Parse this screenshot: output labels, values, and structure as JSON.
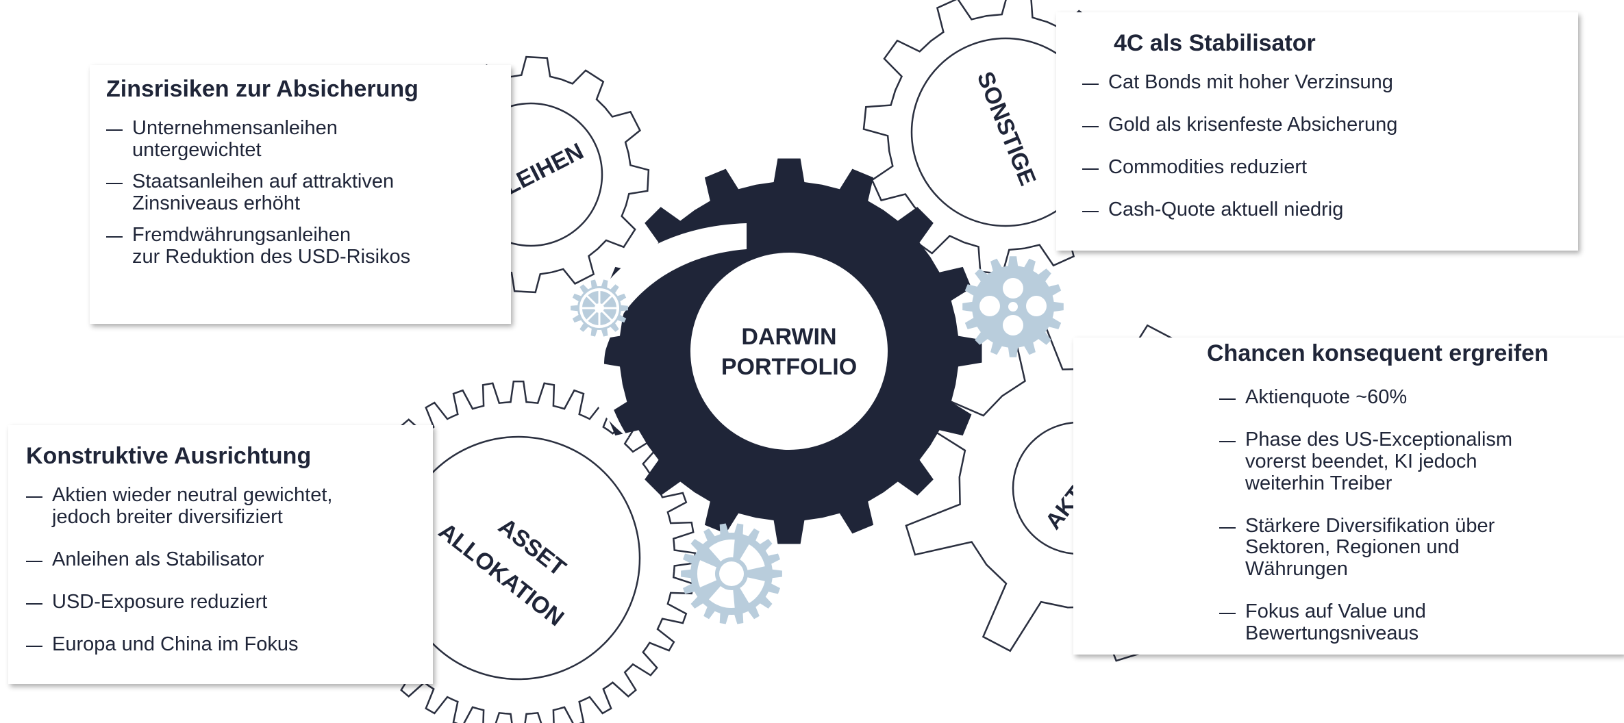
{
  "gears": {
    "anleihen": "ANLEIHEN",
    "sonstige": "SONSTIGE",
    "aktien": "AKTIEN",
    "asset_line1": "ASSET",
    "asset_line2": "ALLOKATION",
    "center_line1": "DARWIN",
    "center_line2": "PORTFOLIO"
  },
  "panels": {
    "anleihen": {
      "title": "Zinsrisiken zur Absicherung",
      "items": [
        [
          "Unternehmensanleihen",
          "untergewichtet"
        ],
        [
          "Staatsanleihen auf attraktiven",
          "Zinsniveaus erhöht"
        ],
        [
          "Fremdwährungsanleihen",
          "zur Reduktion des USD-Risikos"
        ]
      ]
    },
    "sonstige": {
      "title": "4C als Stabilisator",
      "items": [
        "Cat Bonds mit hoher Verzinsung",
        "Gold als krisenfeste Absicherung",
        "Commodities reduziert",
        "Cash-Quote aktuell niedrig"
      ]
    },
    "asset": {
      "title": "Konstruktive Ausrichtung",
      "items": [
        [
          "Aktien wieder neutral gewichtet,",
          "jedoch breiter diversifiziert"
        ],
        [
          "Anleihen als Stabilisator"
        ],
        [
          "USD-Exposure reduziert"
        ],
        [
          "Europa und China im Fokus"
        ]
      ]
    },
    "aktien": {
      "title": "Chancen konsequent ergreifen",
      "items": [
        [
          "Aktienquote ~60%"
        ],
        [
          "Phase des US-Exceptionalism",
          "vorerst beendet, KI jedoch",
          "weiterhin Treiber"
        ],
        [
          "Stärkere Diversifikation über",
          "Sektoren, Regionen und",
          "Währungen"
        ],
        [
          "Fokus auf Value und",
          "Bewertungsniveaus"
        ]
      ]
    }
  },
  "colors": {
    "navy": "#1f2538",
    "lightblue": "#b9cddc",
    "outline": "#2a2f3f"
  }
}
